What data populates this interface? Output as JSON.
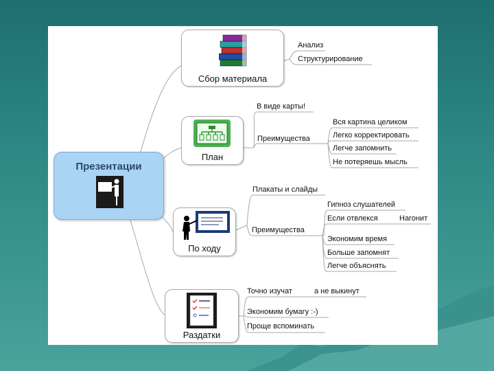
{
  "diagram": {
    "center": {
      "title": "Презентации",
      "icon": "presenter-at-board-icon"
    },
    "branches": [
      {
        "label": "Сбор материала",
        "icon": "stack-of-books-icon",
        "children": [
          "Анализ",
          "Структурирование"
        ]
      },
      {
        "label": "План",
        "icon": "plan-diagram-icon",
        "children": [
          "В виде карты!",
          "Преимущества"
        ],
        "sub": [
          "Вся картина целиком",
          "Легко корректировать",
          "Легче запомнить",
          "Не потеряешь мысль"
        ]
      },
      {
        "label": "По ходу",
        "icon": "presenter-with-slide-icon",
        "children": [
          "Плакаты и слайды",
          "Преимущества"
        ],
        "sub": [
          "Гипноз слушателей",
          "Если отвлекся",
          "Нагонит",
          "Экономим время",
          "Больше запомнят",
          "Легче объяснять"
        ]
      },
      {
        "label": "Раздатки",
        "icon": "handout-checklist-icon",
        "children": [
          "Точно изучат",
          "а не выкинут",
          "Экономим бумагу :-)",
          "Проще вспоминать"
        ]
      }
    ]
  },
  "colors": {
    "background": "#2f8a86",
    "center_fill": "#a9d4f4",
    "connector": "#a8a8a8",
    "plan_icon": "#4caf50",
    "slide_icon": "#1a3a7a"
  }
}
